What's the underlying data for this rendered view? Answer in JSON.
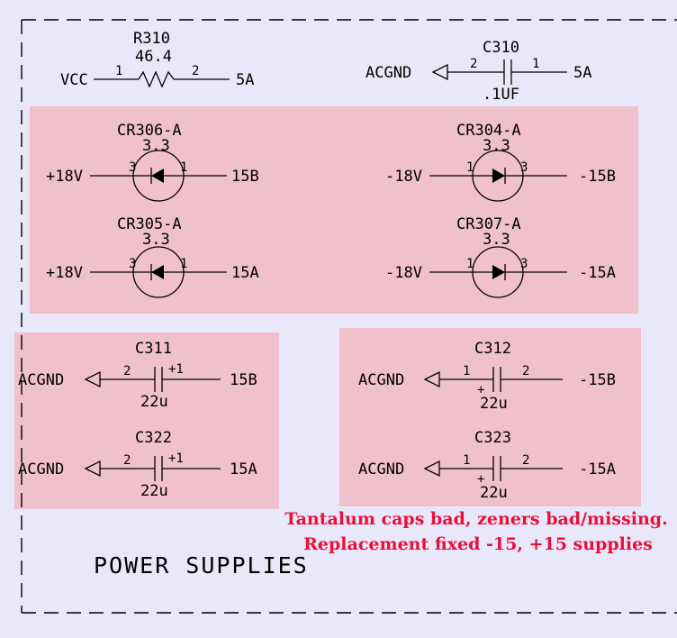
{
  "colors": {
    "background": "#e8e8fa",
    "highlight": "#f0c0cc",
    "annotation": "#e8103a",
    "ink": "#000000"
  },
  "sheet_title": "POWER SUPPLIES",
  "annotation": {
    "line1": "Tantalum caps bad, zeners bad/missing.",
    "line2": "Replacement fixed -15, +15 supplies"
  },
  "r310": {
    "ref": "R310",
    "value": "46.4",
    "left_net": "VCC",
    "pin1": "1",
    "pin2": "2",
    "right_net": "5A"
  },
  "c310": {
    "ref": "C310",
    "value": ".1UF",
    "left_net": "ACGND",
    "pin_left": "2",
    "pin_right": "1",
    "right_net": "5A"
  },
  "cr306": {
    "ref": "CR306-A",
    "value": "3.3",
    "left_net": "+18V",
    "pin_left": "3",
    "pin_right": "1",
    "right_net": "15B"
  },
  "cr305": {
    "ref": "CR305-A",
    "value": "3.3",
    "left_net": "+18V",
    "pin_left": "3",
    "pin_right": "1",
    "right_net": "15A"
  },
  "cr304": {
    "ref": "CR304-A",
    "value": "3.3",
    "left_net": "-18V",
    "pin_left": "1",
    "pin_right": "3",
    "right_net": "-15B"
  },
  "cr307": {
    "ref": "CR307-A",
    "value": "3.3",
    "left_net": "-18V",
    "pin_left": "1",
    "pin_right": "3",
    "right_net": "-15A"
  },
  "c311": {
    "ref": "C311",
    "value": "22u",
    "left_net": "ACGND",
    "pin_left": "2",
    "pin_right": "+1",
    "right_net": "15B"
  },
  "c322": {
    "ref": "C322",
    "value": "22u",
    "left_net": "ACGND",
    "pin_left": "2",
    "pin_right": "+1",
    "right_net": "15A"
  },
  "c312": {
    "ref": "C312",
    "value": "22u",
    "left_net": "ACGND",
    "pin_left": "1",
    "pin_right": "2",
    "polarity": "+",
    "right_net": "-15B"
  },
  "c323": {
    "ref": "C323",
    "value": "22u",
    "left_net": "ACGND",
    "pin_left": "1",
    "pin_right": "2",
    "polarity": "+",
    "right_net": "-15A"
  }
}
